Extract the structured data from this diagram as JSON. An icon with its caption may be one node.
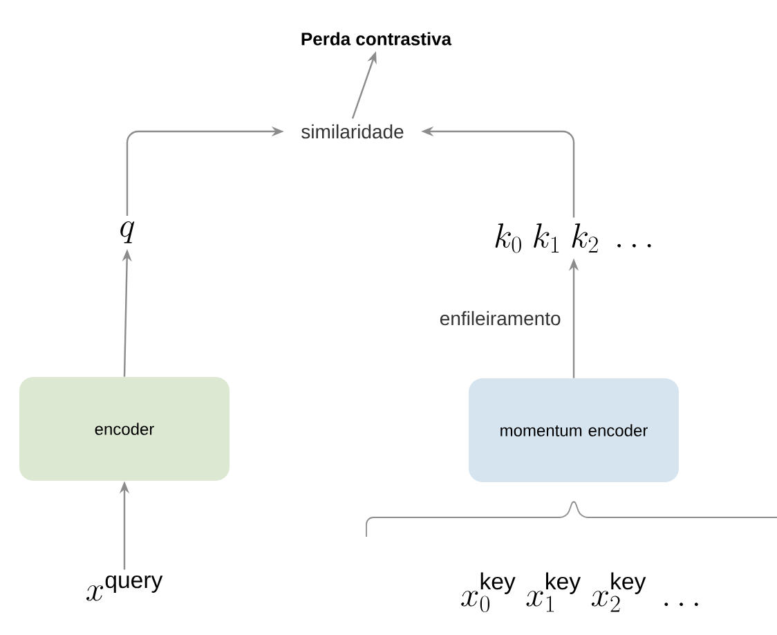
{
  "diagram": {
    "nodes": [
      {
        "text": [
          "Perda contrastiva"
        ]
      },
      {
        "text": [
          "similaridade"
        ]
      },
      {
        "text": [
          "q"
        ]
      },
      {
        "text": [
          "k_0\\ k_1\\ k_2\\ \\dots"
        ]
      },
      {
        "text": [
          "encoder"
        ]
      },
      {
        "text": [
          "momentum encoder"
        ]
      },
      {
        "text": [
          "x^{\\mathrm{query}}"
        ]
      },
      {
        "text": [
          "x^{\\mathrm{key}}_0\\ x^{\\mathrm{key}}_1\\ x^{\\mathrm{key}}_2\\ \\dots"
        ]
      }
    ],
    "edges": [
      {
        "from": 1,
        "to": 0,
        "arrow": "to"
      },
      {
        "from": 2,
        "to": 1,
        "arrow": "to"
      },
      {
        "from": 3,
        "to": 1,
        "arrow": "to"
      },
      {
        "from": 4,
        "to": 2,
        "arrow": "to"
      },
      {
        "from": 5,
        "to": 3,
        "arrow": "to",
        "label": "enfileiramento"
      },
      {
        "from": 6,
        "to": 4,
        "arrow": "to"
      }
    ]
  }
}
